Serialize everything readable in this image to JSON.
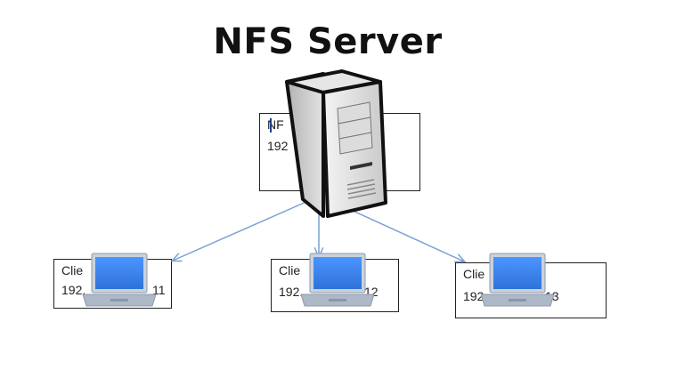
{
  "title": "NFS Server",
  "server": {
    "label_line1": "NF",
    "label_line2": "192"
  },
  "clients": [
    {
      "label_line1": "Clie",
      "label_line2_left": "192.",
      "label_line2_right": "11"
    },
    {
      "label_line1": "Clie",
      "label_line2_left": "192.",
      "label_line2_right": "12"
    },
    {
      "label_line1": "Clie",
      "label_line2_left": "192",
      "label_line2_right": "13"
    }
  ],
  "colors": {
    "arrow": "#7ba0d4",
    "laptop_screen": "#3d86f0",
    "laptop_body": "#a9b5c4",
    "server_body": "#d4d4d4"
  },
  "icons": {
    "server": "server-tower-icon",
    "laptop": "laptop-icon"
  }
}
